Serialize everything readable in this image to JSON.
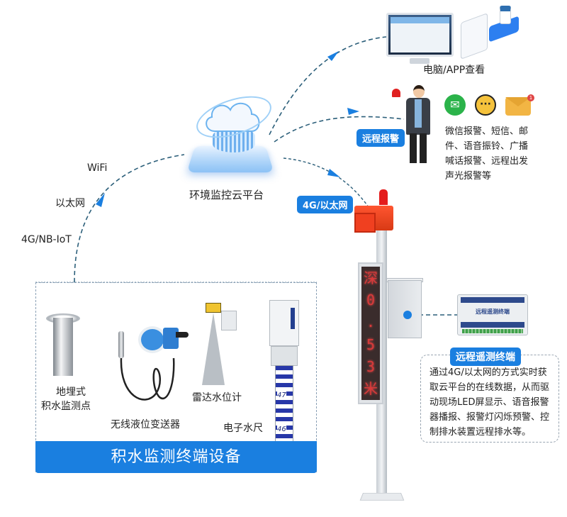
{
  "title": "积水监测系统架构图",
  "colors": {
    "accent": "#1a7fe0",
    "connector": "#2c5f7a",
    "led_text": "#d83a3a",
    "alarm_red": "#e41c1c"
  },
  "cloud_platform": {
    "label": "环境监控云平台"
  },
  "uplink_labels": {
    "wifi": "WiFi",
    "ethernet": "以太网",
    "cellular": "4G/NB-IoT"
  },
  "viewing": {
    "label": "电脑/APP查看"
  },
  "remote_alarm": {
    "badge": "远程报警",
    "icons": [
      "wechat-icon",
      "sms-icon",
      "mail-icon"
    ],
    "mail_badge_count": "1",
    "description_lines": [
      "微信报警、短信、邮",
      "件、语音振铃、广播",
      "喊话报警、远程出发",
      "声光报警等"
    ]
  },
  "downlink": {
    "badge": "4G/以太网"
  },
  "led_display": {
    "chars": [
      "深",
      "0",
      ".",
      "5",
      "3",
      "米"
    ]
  },
  "rtu": {
    "device_name": "远程遥测终端",
    "badge": "远程遥测终端",
    "description_lines": [
      "通过4G/以太网的方式实时获",
      "取云平台的在线数据，从而驱",
      "动现场LED屏显示、语音报警",
      "器播报、报警灯闪烁预警、控",
      "制排水装置远程排水等。"
    ]
  },
  "devices": {
    "banner": "积水监测终端设备",
    "items": [
      {
        "label_lines": [
          "地埋式",
          "积水监测点"
        ]
      },
      {
        "label_lines": [
          "无线液位变送器"
        ]
      },
      {
        "label_lines": [
          "雷达水位计"
        ]
      },
      {
        "label_lines": [
          "电子水尺"
        ]
      }
    ],
    "staff_marks": [
      "47",
      "46"
    ]
  }
}
